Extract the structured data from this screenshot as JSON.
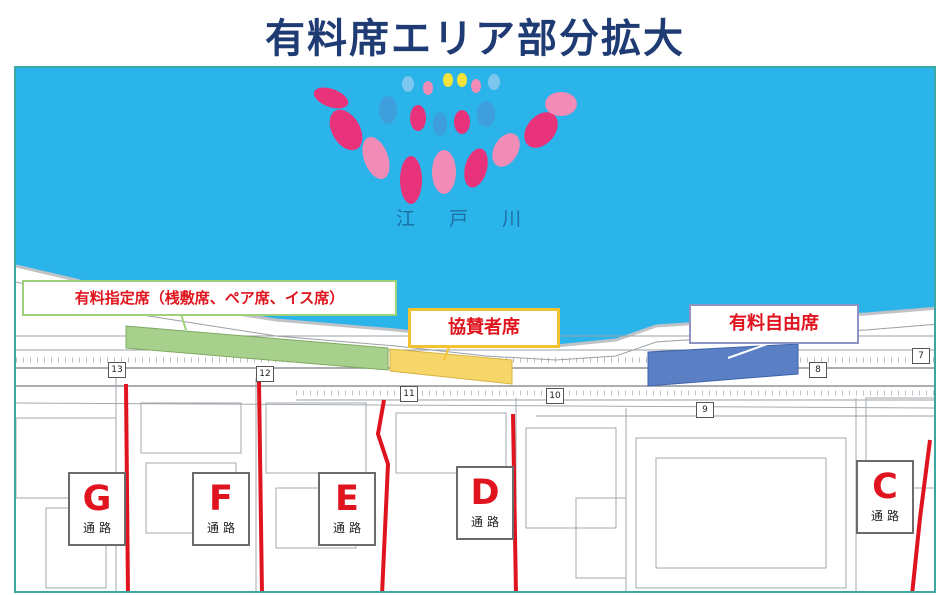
{
  "title": "有料席エリア部分拡大",
  "river_name": "江 戸 川",
  "seating": {
    "designated": "有料指定席（桟敷席、ペア席、イス席）",
    "sponsor": "協賛者席",
    "free": "有料自由席"
  },
  "markers": [
    "13",
    "12",
    "11",
    "10",
    "9",
    "8",
    "7"
  ],
  "passages": [
    {
      "letter": "G",
      "label": "通路"
    },
    {
      "letter": "F",
      "label": "通路"
    },
    {
      "letter": "E",
      "label": "通路"
    },
    {
      "letter": "D",
      "label": "通路"
    },
    {
      "letter": "C",
      "label": "通路"
    }
  ],
  "colors": {
    "river": "#2ab4ea",
    "designated_area": "#a8d08d",
    "sponsor_area": "#f7d669",
    "free_area": "#5a7fc4",
    "passage_route": "#e0141e",
    "title": "#1f3b73",
    "frame": "#3aa7a3"
  },
  "icons": [
    "firework-icon"
  ]
}
